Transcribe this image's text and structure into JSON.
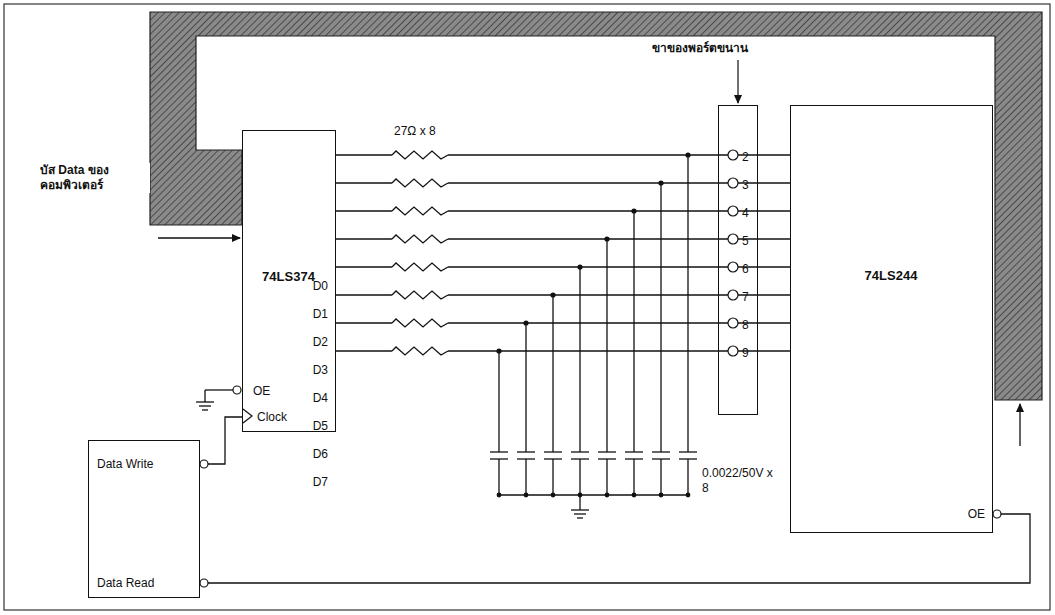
{
  "diagram": {
    "nodes": [
      {
        "text": [
          "74LS374",
          "D0",
          "D1",
          "D2",
          "D3",
          "D4",
          "D5",
          "D6",
          "D7",
          "OE",
          "Clock"
        ]
      },
      {
        "text": [
          "2",
          "3",
          "4",
          "5",
          "6",
          "7",
          "8",
          "9"
        ]
      },
      {
        "text": [
          "74LS244",
          "OE"
        ]
      },
      {
        "text": [
          "Data Write",
          "Data Read"
        ]
      }
    ],
    "edges": [
      {
        "from": 3,
        "to": 0,
        "arrow": "none"
      },
      {
        "from": 3,
        "to": 2,
        "arrow": "none"
      }
    ],
    "labels": [
      "บัส Data ของ คอมพิวเตอร์",
      "27Ω x 8",
      "ขาของพอร์ตขนาน",
      "0.0022/50V x 8"
    ]
  }
}
